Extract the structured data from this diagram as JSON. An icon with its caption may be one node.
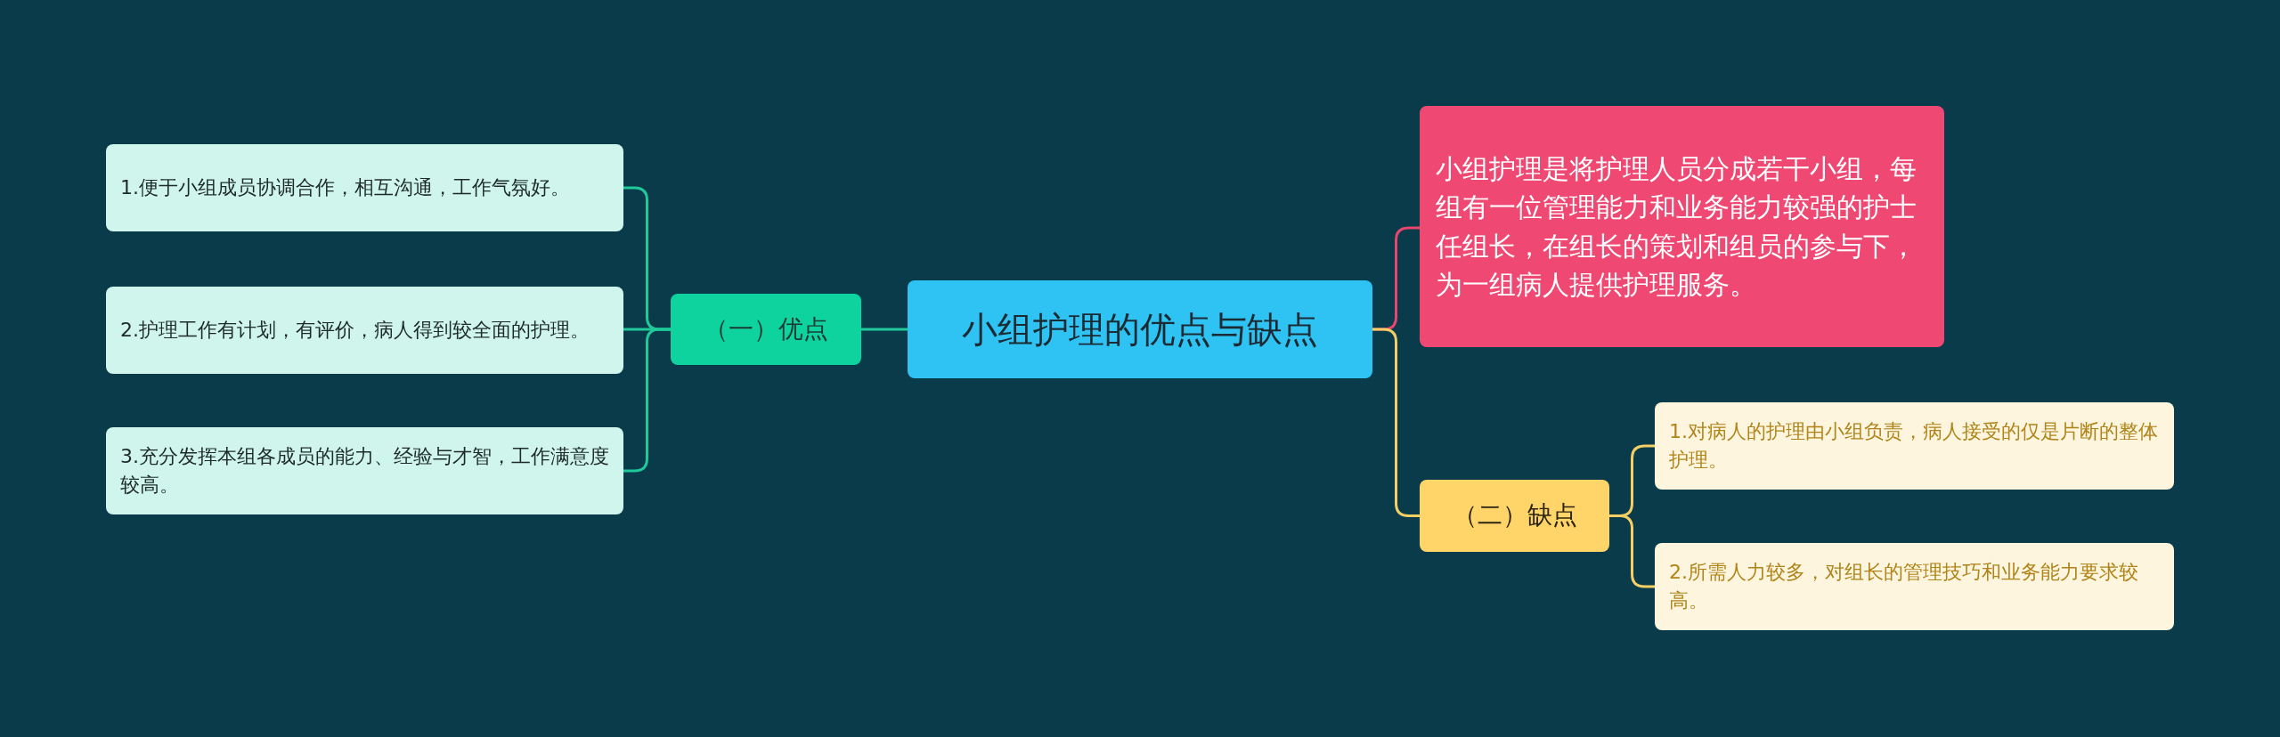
{
  "diagram": {
    "nodes": [
      {
        "text": [
          "小组护理的优点与缺点"
        ]
      },
      {
        "text": [
          "（一）优点"
        ]
      },
      {
        "text": [
          "1.便于小组成员协调合作，相互沟通，工作气氛好。"
        ]
      },
      {
        "text": [
          "2.护理工作有计划，有评价，病人得到较全面的护理。"
        ]
      },
      {
        "text": [
          "3.充分发挥本组各成员的能力、经验与才智，工作满意度较高。"
        ]
      },
      {
        "text": [
          "小组护理是将护理人员分成若干小组，每组有一位管理能力和业务能力较强的护士任组长，在组长的策划和组员的参与下，为一组病人提供护理服务。"
        ]
      },
      {
        "text": [
          "（二）缺点"
        ]
      },
      {
        "text": [
          "1.对病人的护理由小组负责，病人接受的仅是片断的整体护理。"
        ]
      },
      {
        "text": [
          "2.所需人力较多，对组长的管理技巧和业务能力要求较高。"
        ]
      }
    ],
    "edges": [
      {
        "from": 0,
        "to": 1,
        "arrow": "none",
        "color": "#1fc99a"
      },
      {
        "from": 1,
        "to": 2,
        "arrow": "none",
        "color": "#1fc99a"
      },
      {
        "from": 1,
        "to": 3,
        "arrow": "none",
        "color": "#1fc99a"
      },
      {
        "from": 1,
        "to": 4,
        "arrow": "none",
        "color": "#1fc99a"
      },
      {
        "from": 0,
        "to": 5,
        "arrow": "none",
        "color": "#e8466e"
      },
      {
        "from": 0,
        "to": 6,
        "arrow": "none",
        "color": "#f5cf64"
      },
      {
        "from": 6,
        "to": 7,
        "arrow": "none",
        "color": "#f5cf64"
      },
      {
        "from": 6,
        "to": 8,
        "arrow": "none",
        "color": "#f5cf64"
      }
    ]
  }
}
